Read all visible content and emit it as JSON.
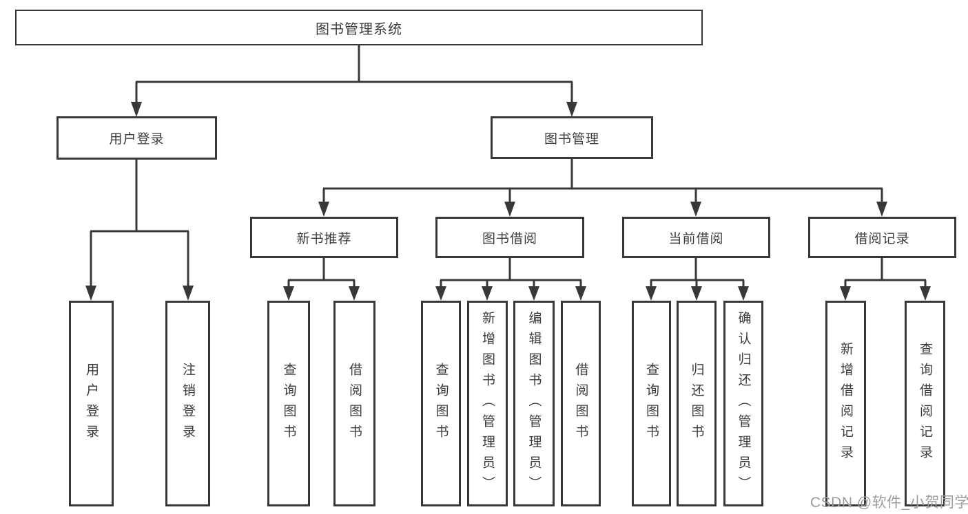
{
  "tree": {
    "root": {
      "label": "图书管理系统"
    },
    "branches": [
      {
        "label": "用户登录",
        "leaves": [
          {
            "label": "用户登录"
          },
          {
            "label": "注销登录"
          }
        ]
      },
      {
        "label": "图书管理",
        "groups": [
          {
            "label": "新书推荐",
            "leaves": [
              {
                "label": "查询图书"
              },
              {
                "label": "借阅图书"
              }
            ]
          },
          {
            "label": "图书借阅",
            "leaves": [
              {
                "label": "查询图书"
              },
              {
                "label": "新增图书（管理员）"
              },
              {
                "label": "编辑图书（管理员）"
              },
              {
                "label": "借阅图书"
              }
            ]
          },
          {
            "label": "当前借阅",
            "leaves": [
              {
                "label": "查询图书"
              },
              {
                "label": "归还图书"
              },
              {
                "label": "确认归还（管理员）"
              }
            ]
          },
          {
            "label": "借阅记录",
            "leaves": [
              {
                "label": "新增借阅记录"
              },
              {
                "label": "查询借阅记录"
              }
            ]
          }
        ]
      }
    ]
  },
  "watermark": {
    "text": "CSDN @软件_小贺同学"
  },
  "colors": {
    "line": "#383838",
    "text": "#3c3c3c",
    "watermark": "#9c9c9c"
  }
}
